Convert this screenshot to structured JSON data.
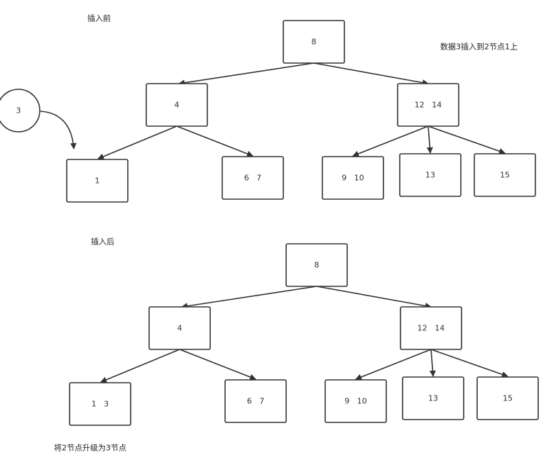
{
  "labels": {
    "before": "插入前",
    "after": "插入后",
    "note": "数据3插入到2节点1上",
    "footer": "将2节点升级为3节点"
  },
  "before_tree": {
    "root": "8",
    "left": "4",
    "right": "12 14",
    "ll": "1",
    "lr": "6 7",
    "rl": "9 10",
    "rm": "13",
    "rr": "15",
    "inserted": "3"
  },
  "after_tree": {
    "root": "8",
    "left": "4",
    "right": "12 14",
    "ll": "1 3",
    "lr": "6 7",
    "rl": "9 10",
    "rm": "13",
    "rr": "15"
  },
  "colors": {
    "stroke": "#333333",
    "fill": "#ffffff",
    "text": "#333333"
  }
}
